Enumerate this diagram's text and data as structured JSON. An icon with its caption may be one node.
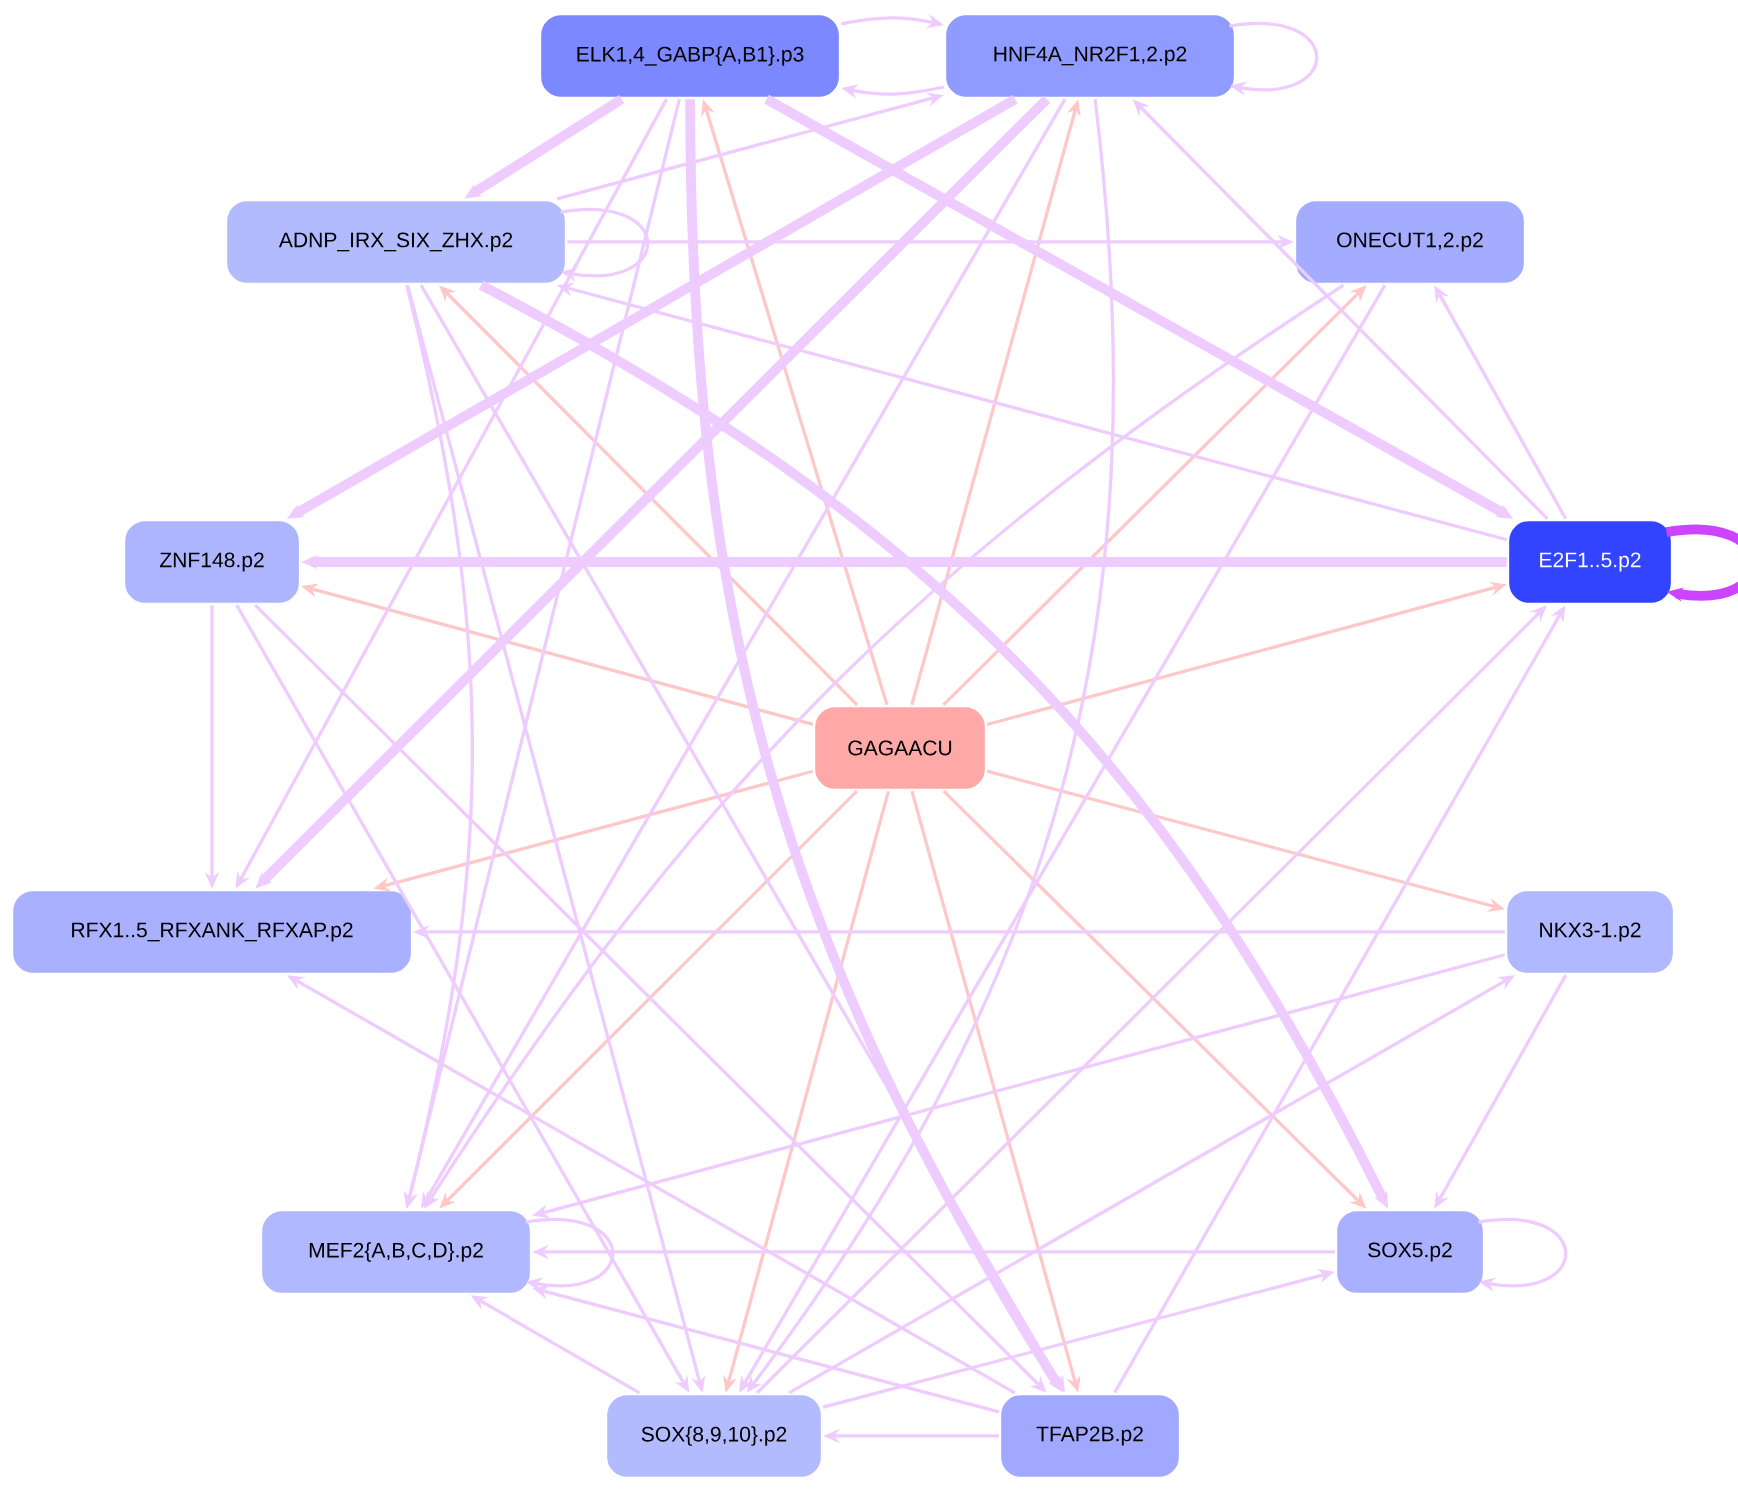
{
  "diagram": {
    "nodes": [
      {
        "text": [
          "ELK1,4_GABP{A,B1}.p3"
        ]
      },
      {
        "text": [
          "HNF4A_NR2F1,2.p2"
        ]
      },
      {
        "text": [
          "ADNP_IRX_SIX_ZHX.p2"
        ]
      },
      {
        "text": [
          "ONECUT1,2.p2"
        ]
      },
      {
        "text": [
          "ZNF148.p2"
        ]
      },
      {
        "text": [
          "E2F1..5.p2"
        ]
      },
      {
        "text": [
          "GAGAACU"
        ]
      },
      {
        "text": [
          "RFX1..5_RFXANK_RFXAP.p2"
        ]
      },
      {
        "text": [
          "NKX3-1.p2"
        ]
      },
      {
        "text": [
          "MEF2{A,B,C,D}.p2"
        ]
      },
      {
        "text": [
          "SOX5.p2"
        ]
      },
      {
        "text": [
          "SOX{8,9,10}.p2"
        ]
      },
      {
        "text": [
          "TFAP2B.p2"
        ]
      }
    ],
    "edges": [
      {
        "from": 6,
        "to": 0,
        "arrow": "to",
        "color": "#ffc8c8"
      },
      {
        "from": 6,
        "to": 1,
        "arrow": "to",
        "color": "#ffc8c8"
      },
      {
        "from": 6,
        "to": 2,
        "arrow": "to",
        "color": "#ffc8c8"
      },
      {
        "from": 6,
        "to": 3,
        "arrow": "to",
        "color": "#ffc8c8"
      },
      {
        "from": 6,
        "to": 4,
        "arrow": "to",
        "color": "#ffc8c8"
      },
      {
        "from": 6,
        "to": 5,
        "arrow": "to",
        "color": "#ffc8c8"
      },
      {
        "from": 6,
        "to": 7,
        "arrow": "to",
        "color": "#ffc8c8"
      },
      {
        "from": 6,
        "to": 8,
        "arrow": "to",
        "color": "#ffc8c8"
      },
      {
        "from": 6,
        "to": 9,
        "arrow": "to",
        "color": "#ffc8c8"
      },
      {
        "from": 6,
        "to": 10,
        "arrow": "to",
        "color": "#ffc8c8"
      },
      {
        "from": 6,
        "to": 11,
        "arrow": "to",
        "color": "#ffc8c8"
      },
      {
        "from": 6,
        "to": 12,
        "arrow": "to",
        "color": "#ffc8c8"
      },
      {
        "from": 0,
        "to": 1,
        "arrow": "to"
      },
      {
        "from": 1,
        "to": 0,
        "arrow": "to"
      },
      {
        "from": 1,
        "to": 1,
        "arrow": "to"
      },
      {
        "from": 2,
        "to": 2,
        "arrow": "to"
      },
      {
        "from": 5,
        "to": 5,
        "arrow": "to",
        "style": "thick",
        "color": "#cc44ff"
      },
      {
        "from": 9,
        "to": 9,
        "arrow": "to"
      },
      {
        "from": 10,
        "to": 10,
        "arrow": "to"
      },
      {
        "from": 0,
        "to": 2,
        "arrow": "to",
        "style": "thick"
      },
      {
        "from": 0,
        "to": 5,
        "arrow": "to",
        "style": "thick"
      },
      {
        "from": 5,
        "to": 1,
        "arrow": "to"
      },
      {
        "from": 5,
        "to": 3,
        "arrow": "to"
      },
      {
        "from": 2,
        "to": 3,
        "arrow": "to"
      },
      {
        "from": 2,
        "to": 1,
        "arrow": "to"
      },
      {
        "from": 5,
        "to": 2,
        "arrow": "to"
      },
      {
        "from": 5,
        "to": 4,
        "arrow": "to",
        "style": "thick"
      },
      {
        "from": 4,
        "to": 7,
        "arrow": "to"
      },
      {
        "from": 1,
        "to": 4,
        "arrow": "to",
        "style": "thick"
      },
      {
        "from": 0,
        "to": 7,
        "arrow": "to"
      },
      {
        "from": 1,
        "to": 7,
        "arrow": "to",
        "style": "thick"
      },
      {
        "from": 8,
        "to": 7,
        "arrow": "to"
      },
      {
        "from": 8,
        "to": 10,
        "arrow": "to"
      },
      {
        "from": 8,
        "to": 9,
        "arrow": "to"
      },
      {
        "from": 11,
        "to": 8,
        "arrow": "to"
      },
      {
        "from": 11,
        "to": 5,
        "arrow": "to"
      },
      {
        "from": 12,
        "to": 5,
        "arrow": "to"
      },
      {
        "from": 10,
        "to": 9,
        "arrow": "to"
      },
      {
        "from": 11,
        "to": 10,
        "arrow": "to"
      },
      {
        "from": 12,
        "to": 11,
        "arrow": "to"
      },
      {
        "from": 11,
        "to": 9,
        "arrow": "to"
      },
      {
        "from": 12,
        "to": 9,
        "arrow": "to"
      },
      {
        "from": 12,
        "to": 7,
        "arrow": "to"
      },
      {
        "from": 0,
        "to": 12,
        "arrow": "to",
        "style": "thick"
      },
      {
        "from": 2,
        "to": 11,
        "arrow": "to"
      },
      {
        "from": 2,
        "to": 12,
        "arrow": "to"
      },
      {
        "from": 2,
        "to": 10,
        "arrow": "to",
        "style": "thick"
      },
      {
        "from": 4,
        "to": 11,
        "arrow": "to"
      },
      {
        "from": 4,
        "to": 12,
        "arrow": "to"
      },
      {
        "from": 0,
        "to": 9,
        "arrow": "to"
      },
      {
        "from": 1,
        "to": 9,
        "arrow": "to"
      },
      {
        "from": 3,
        "to": 9,
        "arrow": "to"
      },
      {
        "from": 1,
        "to": 11,
        "arrow": "to"
      },
      {
        "from": 3,
        "to": 11,
        "arrow": "to"
      },
      {
        "from": 2,
        "to": 9,
        "arrow": "to"
      }
    ]
  }
}
